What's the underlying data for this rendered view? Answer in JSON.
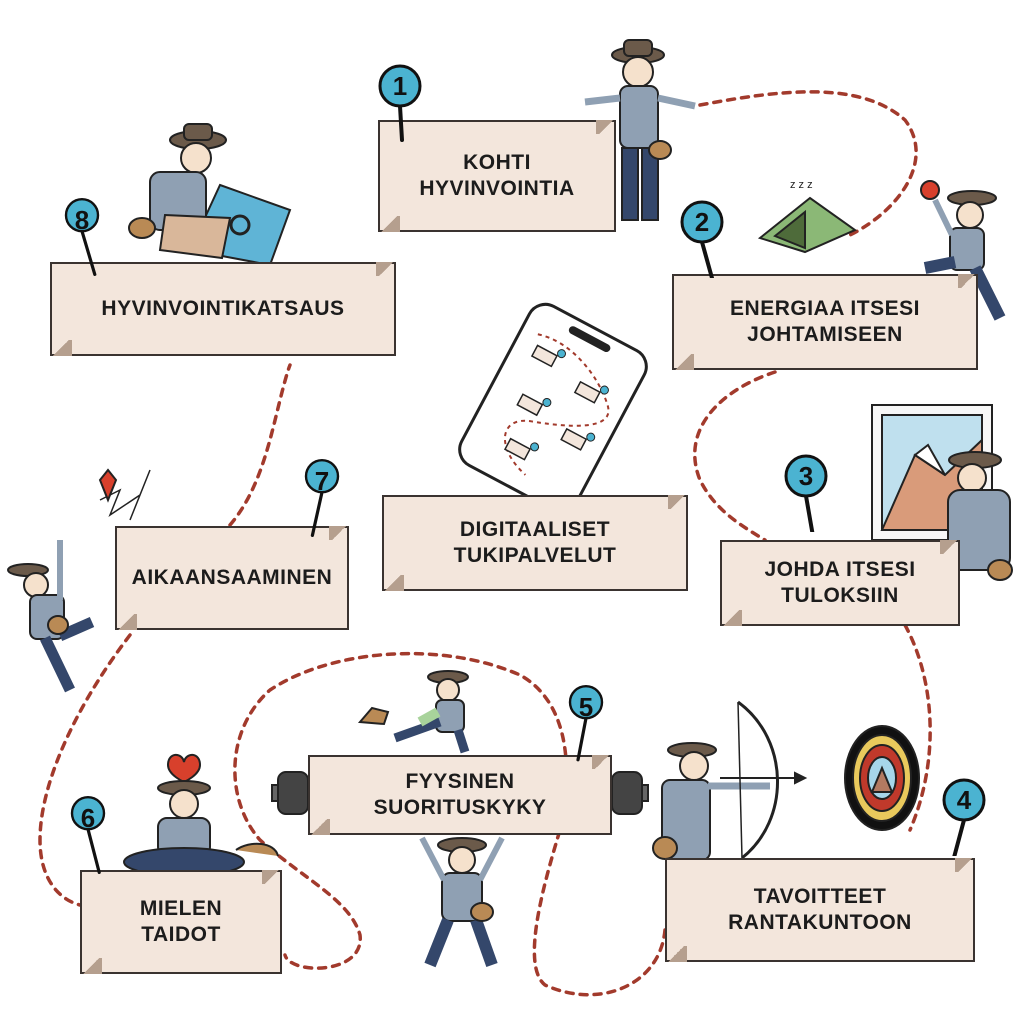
{
  "colors": {
    "path": "#a23a2c",
    "card_fill": "#f3e6dc",
    "card_border": "#3a3330",
    "pin_fill": "#4bb3d1",
    "pin_outline": "#111111",
    "background": "#ffffff"
  },
  "steps": [
    {
      "number": "1",
      "label": "KOHTI\nHYVINVOINTIA"
    },
    {
      "number": "2",
      "label": "ENERGIAA ITSESI\nJOHTAMISEEN"
    },
    {
      "number": "3",
      "label": "JOHDA ITSESI\nTULOKSIIN"
    },
    {
      "number": "4",
      "label": "TAVOITTEET\nRANTAKUNTOON"
    },
    {
      "number": "5",
      "label": "FYYSINEN\nSUORITUSKYKY"
    },
    {
      "number": "6",
      "label": "MIELEN\nTAIDOT"
    },
    {
      "number": "7",
      "label": "AIKAANSAAMINEN"
    },
    {
      "number": "8",
      "label": "HYVINVOINTIKATSAUS"
    }
  ],
  "center": {
    "label": "DIGITAALISET\nTUKIPALVELUT"
  },
  "illustrations": [
    "explorer-waving-icon",
    "tent-icon",
    "explorer-jumping-icon",
    "mountain-painting-icon",
    "explorer-archer-icon",
    "target-icon",
    "explorer-weightlifter-icon",
    "explorer-kicking-icon",
    "explorer-meditating-icon",
    "explorer-climbing-icon",
    "explorer-map-icon",
    "smartphone-map-icon"
  ]
}
